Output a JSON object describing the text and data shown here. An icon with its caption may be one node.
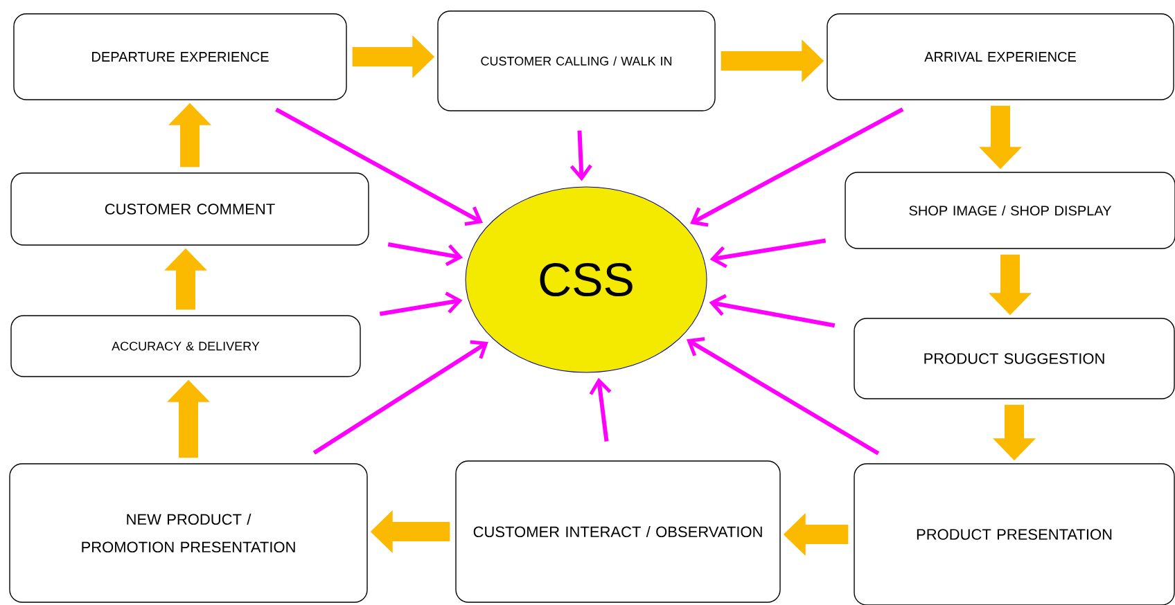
{
  "diagram": {
    "nodes": [
      {
        "text": [
          "DEPARTURE EXPERIENCE"
        ]
      },
      {
        "text": [
          "CUSTOMER CALLING / WALK IN"
        ]
      },
      {
        "text": [
          "ARRIVAL EXPERIENCE"
        ]
      },
      {
        "text": [
          "CUSTOMER COMMENT"
        ]
      },
      {
        "text": [
          "CSS"
        ]
      },
      {
        "text": [
          "SHOP IMAGE / SHOP DISPLAY"
        ]
      },
      {
        "text": [
          "ACCURACY & DELIVERY"
        ]
      },
      {
        "text": [
          "PRODUCT SUGGESTION"
        ]
      },
      {
        "text": [
          "NEW PRODUCT / PROMOTION PRESENTATION"
        ]
      },
      {
        "text": [
          "CUSTOMER INTERACT / OBSERVATION"
        ]
      },
      {
        "text": [
          "PRODUCT PRESENTATION"
        ]
      }
    ],
    "edges": [
      {
        "from": 0,
        "to": 1,
        "arrow": "to",
        "style": "thick"
      },
      {
        "from": 1,
        "to": 2,
        "arrow": "to",
        "style": "thick"
      },
      {
        "from": 2,
        "to": 5,
        "arrow": "to",
        "style": "thick"
      },
      {
        "from": 5,
        "to": 7,
        "arrow": "to",
        "style": "thick"
      },
      {
        "from": 7,
        "to": 10,
        "arrow": "to",
        "style": "thick"
      },
      {
        "from": 10,
        "to": 9,
        "arrow": "to",
        "style": "thick"
      },
      {
        "from": 9,
        "to": 8,
        "arrow": "to",
        "style": "thick"
      },
      {
        "from": 8,
        "to": 6,
        "arrow": "to",
        "style": "thick"
      },
      {
        "from": 6,
        "to": 3,
        "arrow": "to",
        "style": "thick"
      },
      {
        "from": 3,
        "to": 0,
        "arrow": "to",
        "style": "thick"
      },
      {
        "from": 0,
        "to": 4,
        "arrow": "to",
        "color": "#ff00ff"
      },
      {
        "from": 1,
        "to": 4,
        "arrow": "to",
        "color": "#ff00ff"
      },
      {
        "from": 2,
        "to": 4,
        "arrow": "to",
        "color": "#ff00ff"
      },
      {
        "from": 3,
        "to": 4,
        "arrow": "to",
        "color": "#ff00ff"
      },
      {
        "from": 5,
        "to": 4,
        "arrow": "to",
        "color": "#ff00ff"
      },
      {
        "from": 6,
        "to": 4,
        "arrow": "to",
        "color": "#ff00ff"
      },
      {
        "from": 7,
        "to": 4,
        "arrow": "to",
        "color": "#ff00ff"
      },
      {
        "from": 8,
        "to": 4,
        "arrow": "to",
        "color": "#ff00ff"
      },
      {
        "from": 9,
        "to": 4,
        "arrow": "to",
        "color": "#ff00ff"
      },
      {
        "from": 10,
        "to": 4,
        "arrow": "to",
        "color": "#ff00ff"
      }
    ]
  }
}
